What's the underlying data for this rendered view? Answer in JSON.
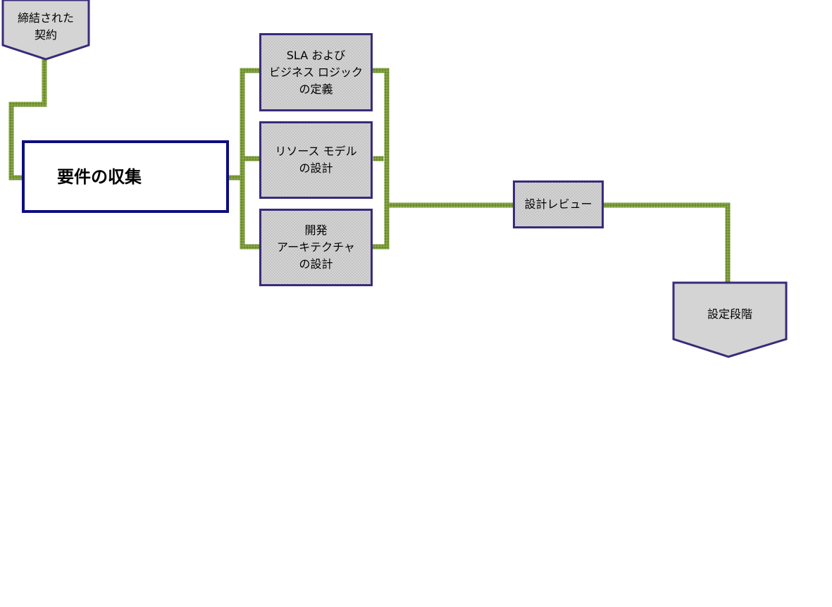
{
  "diagram": {
    "start_node": {
      "label": "締結された\n契約"
    },
    "gather_node": {
      "label": "要件の収集"
    },
    "parallel_tasks": [
      {
        "label": "SLA および\nビジネス ロジック\nの定義"
      },
      {
        "label": "リソース モデル\nの設計"
      },
      {
        "label": "開発\nアーキテクチャ\nの設計"
      }
    ],
    "review_node": {
      "label": "設計レビュー"
    },
    "end_node": {
      "label": "設定段階"
    },
    "colors": {
      "connector": "#7a9a3a",
      "box_border": "#3a2a7a",
      "main_border": "#0d0d80",
      "box_fill": "#d4d4d4"
    }
  }
}
